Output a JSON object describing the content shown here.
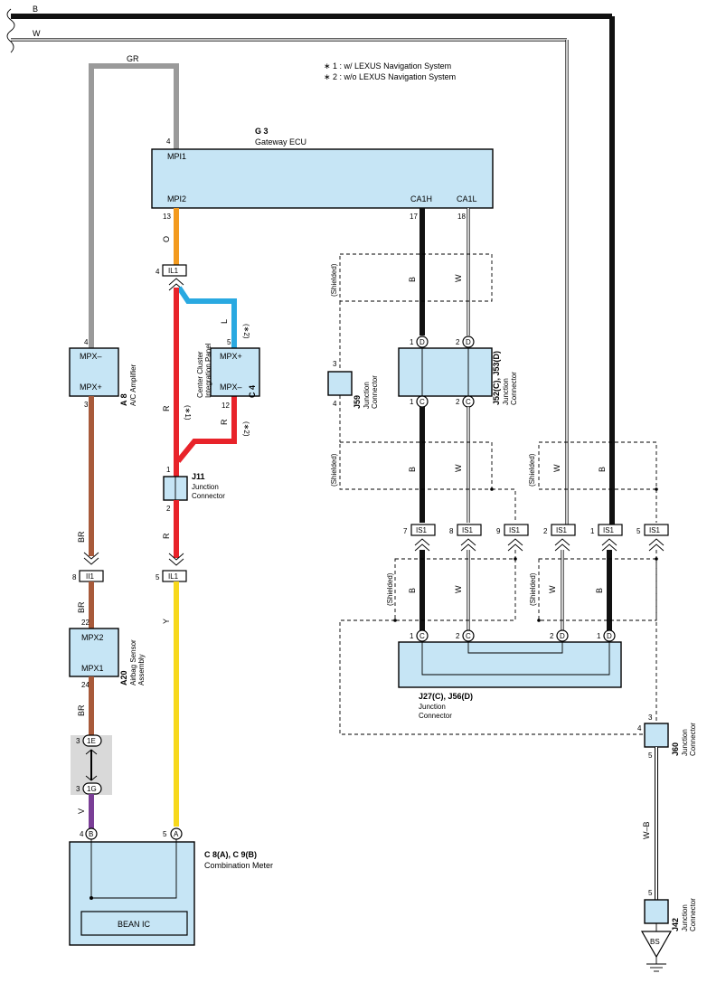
{
  "notes": {
    "n1": "∗ 1 : w/ LEXUS Navigation System",
    "n2": "∗ 2 : w/o LEXUS Navigation System"
  },
  "wire_colors": {
    "B": "B",
    "W": "W",
    "GR": "GR",
    "O": "O",
    "L": "L",
    "R": "R",
    "BR": "BR",
    "Y": "Y",
    "V": "V",
    "WB": "W–B"
  },
  "colors": {
    "black": "#111111",
    "gray": "#9a9a9a",
    "orange": "#f39a1e",
    "blue": "#29a9e1",
    "red": "#e8232a",
    "brown": "#a85a3a",
    "yellow": "#f7d81c",
    "violet": "#7a3e96",
    "white_wire": "#ffffff",
    "component_fill": "#c6e5f5"
  },
  "components": {
    "g3": {
      "id": "G 3",
      "name": "Gateway ECU",
      "pin_mpi1": "MPI1",
      "pin_mpi2": "MPI2",
      "pin_ca1h": "CA1H",
      "pin_ca1l": "CA1L",
      "n4": "4",
      "n13": "13",
      "n17": "17",
      "n18": "18"
    },
    "a8": {
      "id": "A 8",
      "name": "A/C Amplifier",
      "pin_top": "MPX–",
      "pin_bot": "MPX+",
      "n4": "4",
      "n3": "3"
    },
    "c4": {
      "id": "C 4",
      "name1": "Center Cluster",
      "name2": "Integration Panel",
      "pin_top": "MPX+",
      "pin_bot": "MPX–",
      "n5": "5",
      "n12": "12"
    },
    "j11": {
      "id": "J11",
      "name1": "Junction",
      "name2": "Connector",
      "n1": "1",
      "n2": "2"
    },
    "a20": {
      "id": "A20",
      "name1": "Airbag Sensor",
      "name2": "Assembly",
      "pin_top": "MPX2",
      "pin_bot": "MPX1",
      "n22": "22",
      "n24": "24"
    },
    "j59": {
      "id": "J59",
      "name1": "Junction",
      "name2": "Connector",
      "n3": "3",
      "n4": "4"
    },
    "j52": {
      "id": "J52(C), J53(D)",
      "name1": "Junction",
      "name2": "Connector",
      "pD": "D",
      "pC": "C",
      "n1": "1",
      "n2": "2"
    },
    "j27": {
      "id": "J27(C), J56(D)",
      "name1": "Junction",
      "name2": "Connector",
      "pC": "C",
      "pD": "D",
      "n1": "1",
      "n2": "2"
    },
    "j60": {
      "id": "J60",
      "name1": "Junction",
      "name2": "Connector",
      "n3": "3",
      "n4": "4",
      "n5": "5"
    },
    "j42": {
      "id": "J42",
      "name1": "Junction",
      "name2": "Connector",
      "n5": "5"
    },
    "c8": {
      "id": "C 8(A), C 9(B)",
      "name": "Combination Meter",
      "bean": "BEAN IC",
      "pB": "B",
      "pA": "A",
      "n4": "4",
      "n5": "5"
    },
    "ground": {
      "label": "BS"
    }
  },
  "connectors": {
    "il1": "IL1",
    "ii1": "II1",
    "is1": "IS1",
    "c1e": "1E",
    "c1g": "1G",
    "n4": "4",
    "n5": "5",
    "n8": "8",
    "n3": "3",
    "n7": "7",
    "n9": "9",
    "n2": "2",
    "n1": "1"
  },
  "tags": {
    "shielded": "(Shielded)",
    "star1": "(∗1)",
    "star2": "(∗2)"
  }
}
